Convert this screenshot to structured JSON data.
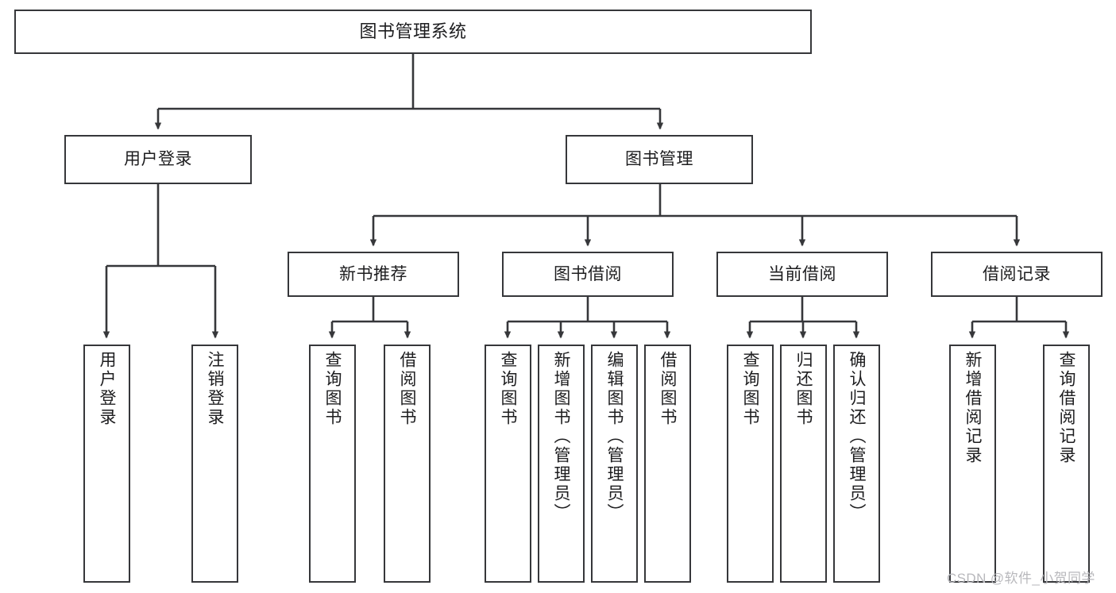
{
  "diagram": {
    "title": "图书管理系统",
    "type": "function-structure-tree",
    "stroke_color": "#36373a",
    "text_color": "#1d1d1f",
    "background": "#ffffff"
  },
  "nodes": {
    "root": {
      "label": "图书管理系统"
    },
    "level2": [
      {
        "id": "user-login",
        "label": "用户登录"
      },
      {
        "id": "book-management",
        "label": "图书管理"
      }
    ],
    "level3": [
      {
        "id": "new-book-recommend",
        "label": "新书推荐"
      },
      {
        "id": "book-borrow",
        "label": "图书借阅"
      },
      {
        "id": "current-borrow",
        "label": "当前借阅"
      },
      {
        "id": "borrow-record",
        "label": "借阅记录"
      }
    ],
    "leaves": {
      "user_login": [
        {
          "id": "leaf-user-login",
          "label": "用户登录"
        },
        {
          "id": "leaf-logout-login",
          "label": "注销登录"
        }
      ],
      "new_book_recommend": [
        {
          "id": "leaf-query-book-1",
          "label": "查询图书"
        },
        {
          "id": "leaf-borrow-book-1",
          "label": "借阅图书"
        }
      ],
      "book_borrow": [
        {
          "id": "leaf-query-book-2",
          "label": "查询图书"
        },
        {
          "id": "leaf-add-book",
          "label": "新增图书（管理员）"
        },
        {
          "id": "leaf-edit-book",
          "label": "编辑图书（管理员）"
        },
        {
          "id": "leaf-borrow-book-2",
          "label": "借阅图书"
        }
      ],
      "current_borrow": [
        {
          "id": "leaf-query-book-3",
          "label": "查询图书"
        },
        {
          "id": "leaf-return-book",
          "label": "归还图书"
        },
        {
          "id": "leaf-confirm-return",
          "label": "确认归还（管理员）"
        }
      ],
      "borrow_record": [
        {
          "id": "leaf-add-borrow-record",
          "label": "新增借阅记录"
        },
        {
          "id": "leaf-query-borrow-record",
          "label": "查询借阅记录"
        }
      ]
    }
  },
  "watermark": {
    "text": "CSDN @软件_小贺同学"
  }
}
